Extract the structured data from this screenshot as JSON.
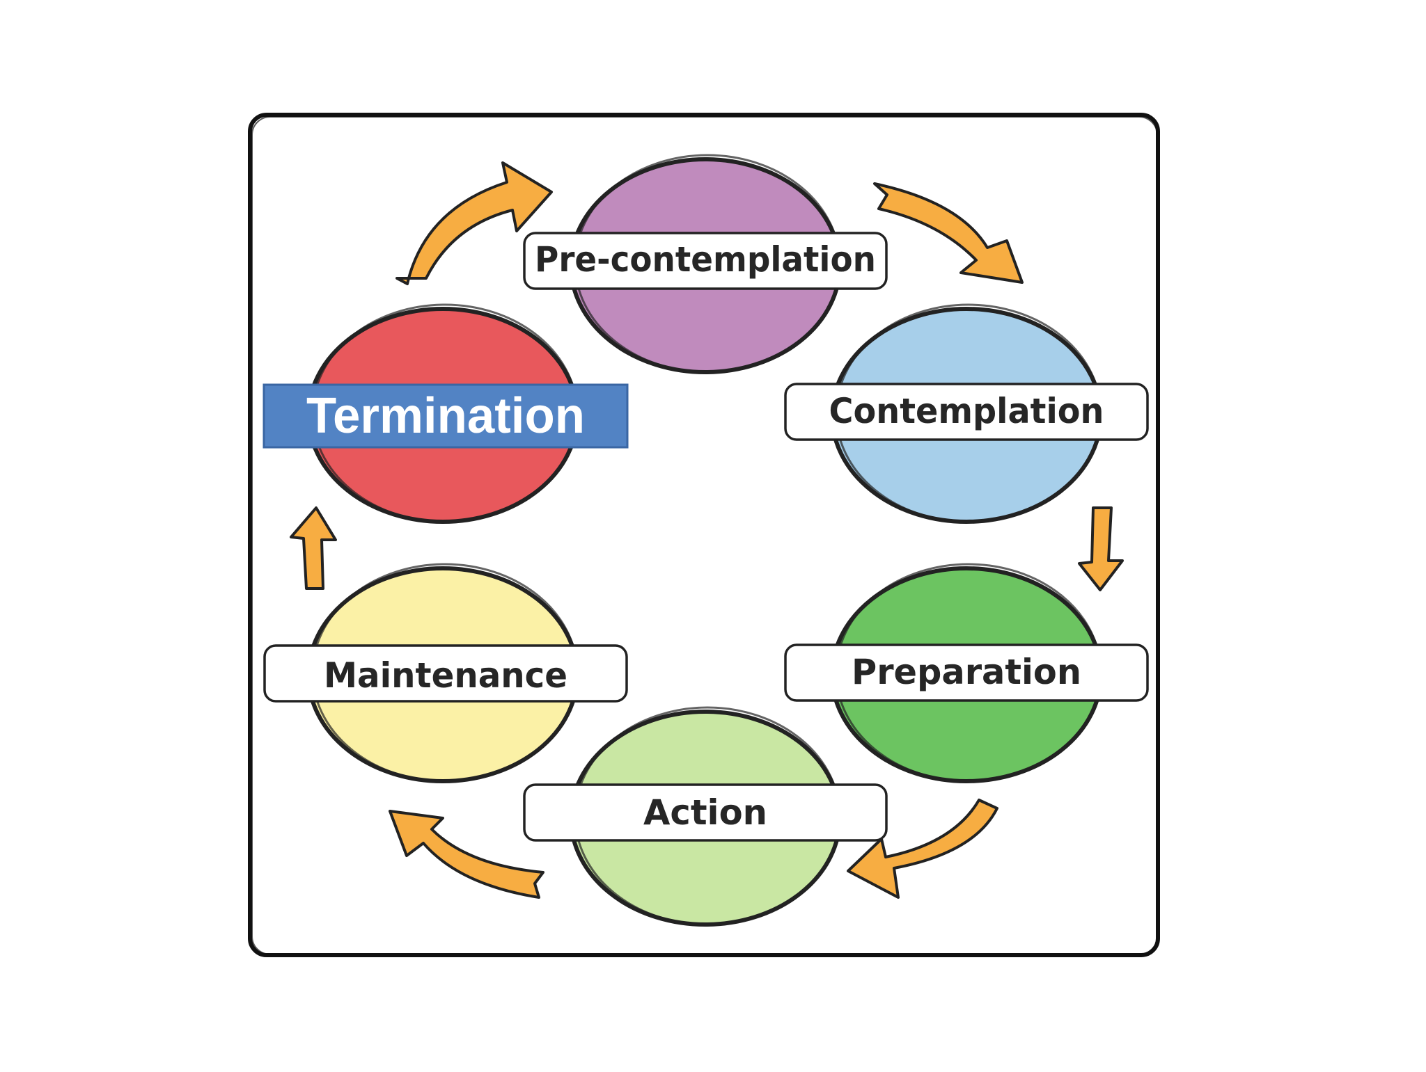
{
  "diagram": {
    "stages": [
      {
        "id": "precontemplation",
        "label": "Pre-contemplation",
        "color": "#c08bbd"
      },
      {
        "id": "contemplation",
        "label": "Contemplation",
        "color": "#a7cfea"
      },
      {
        "id": "preparation",
        "label": "Preparation",
        "color": "#6cc461"
      },
      {
        "id": "action",
        "label": "Action",
        "color": "#c9e7a3"
      },
      {
        "id": "maintenance",
        "label": "Maintenance",
        "color": "#fbf1a6"
      },
      {
        "id": "termination",
        "label": "Termination",
        "color": "#e8585c"
      }
    ],
    "termination_label_color": "#5283c4",
    "arrow_color": "#f7ad42",
    "arrow_icon": "curved-arrow-icon",
    "outline_color": "#222222"
  }
}
